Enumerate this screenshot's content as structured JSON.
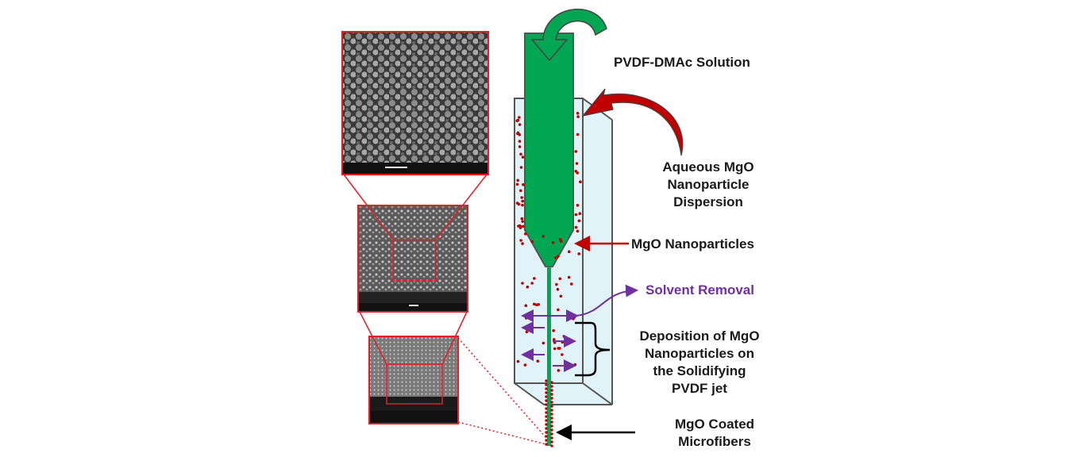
{
  "labels": {
    "solution": "PVDF-DMAc Solution",
    "dispersion_1": "Aqueous MgO",
    "dispersion_2": "Nanoparticle",
    "dispersion_3": "Dispersion",
    "nanoparticles": "MgO Nanoparticles",
    "solvent_removal": "Solvent Removal",
    "deposition_1": "Deposition of MgO",
    "deposition_2": "Nanoparticles on",
    "deposition_3": "the Solidifying",
    "deposition_4": "PVDF jet",
    "coated_1": "MgO Coated",
    "coated_2": "Microfibers"
  },
  "colors": {
    "jet_green": "#00a651",
    "particle_red": "#c00000",
    "solvent_purple": "#7030a0",
    "bath_fill": "#dff3f8",
    "frame_red": "#e31e24"
  }
}
